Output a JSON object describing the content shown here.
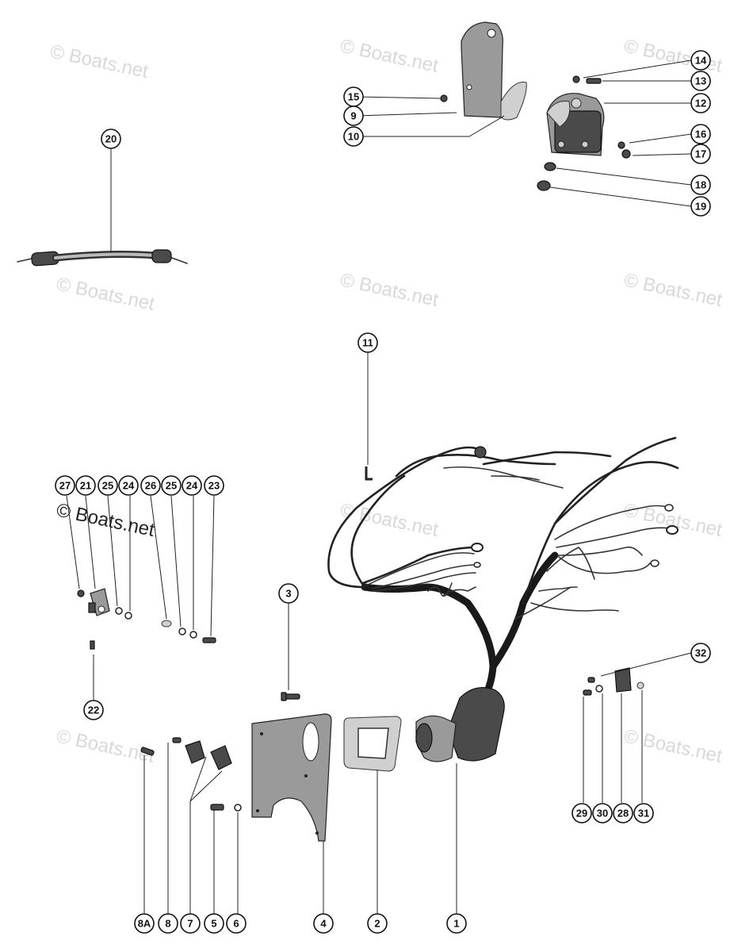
{
  "watermarks": [
    "© Boats.net",
    "© Boats.net",
    "© Boats.net",
    "© Boats.net",
    "© Boats.net",
    "© Boats.net",
    "© Boats.net",
    "© Boats.net",
    "© Boats.net",
    "© Boats.net"
  ],
  "callouts": {
    "c1": "1",
    "c2": "2",
    "c3": "3",
    "c4": "4",
    "c5": "5",
    "c6": "6",
    "c7": "7",
    "c8": "8",
    "c8a": "8A",
    "c9": "9",
    "c10": "10",
    "c11": "11",
    "c12": "12",
    "c13": "13",
    "c14": "14",
    "c15": "15",
    "c16": "16",
    "c17": "17",
    "c18": "18",
    "c19": "19",
    "c20": "20",
    "c21": "21",
    "c22": "22",
    "c23": "23",
    "c24a": "24",
    "c24b": "24",
    "c25a": "25",
    "c25b": "25",
    "c26": "26",
    "c27": "27",
    "c28": "28",
    "c29": "29",
    "c30": "30",
    "c31": "31",
    "c32": "32"
  }
}
